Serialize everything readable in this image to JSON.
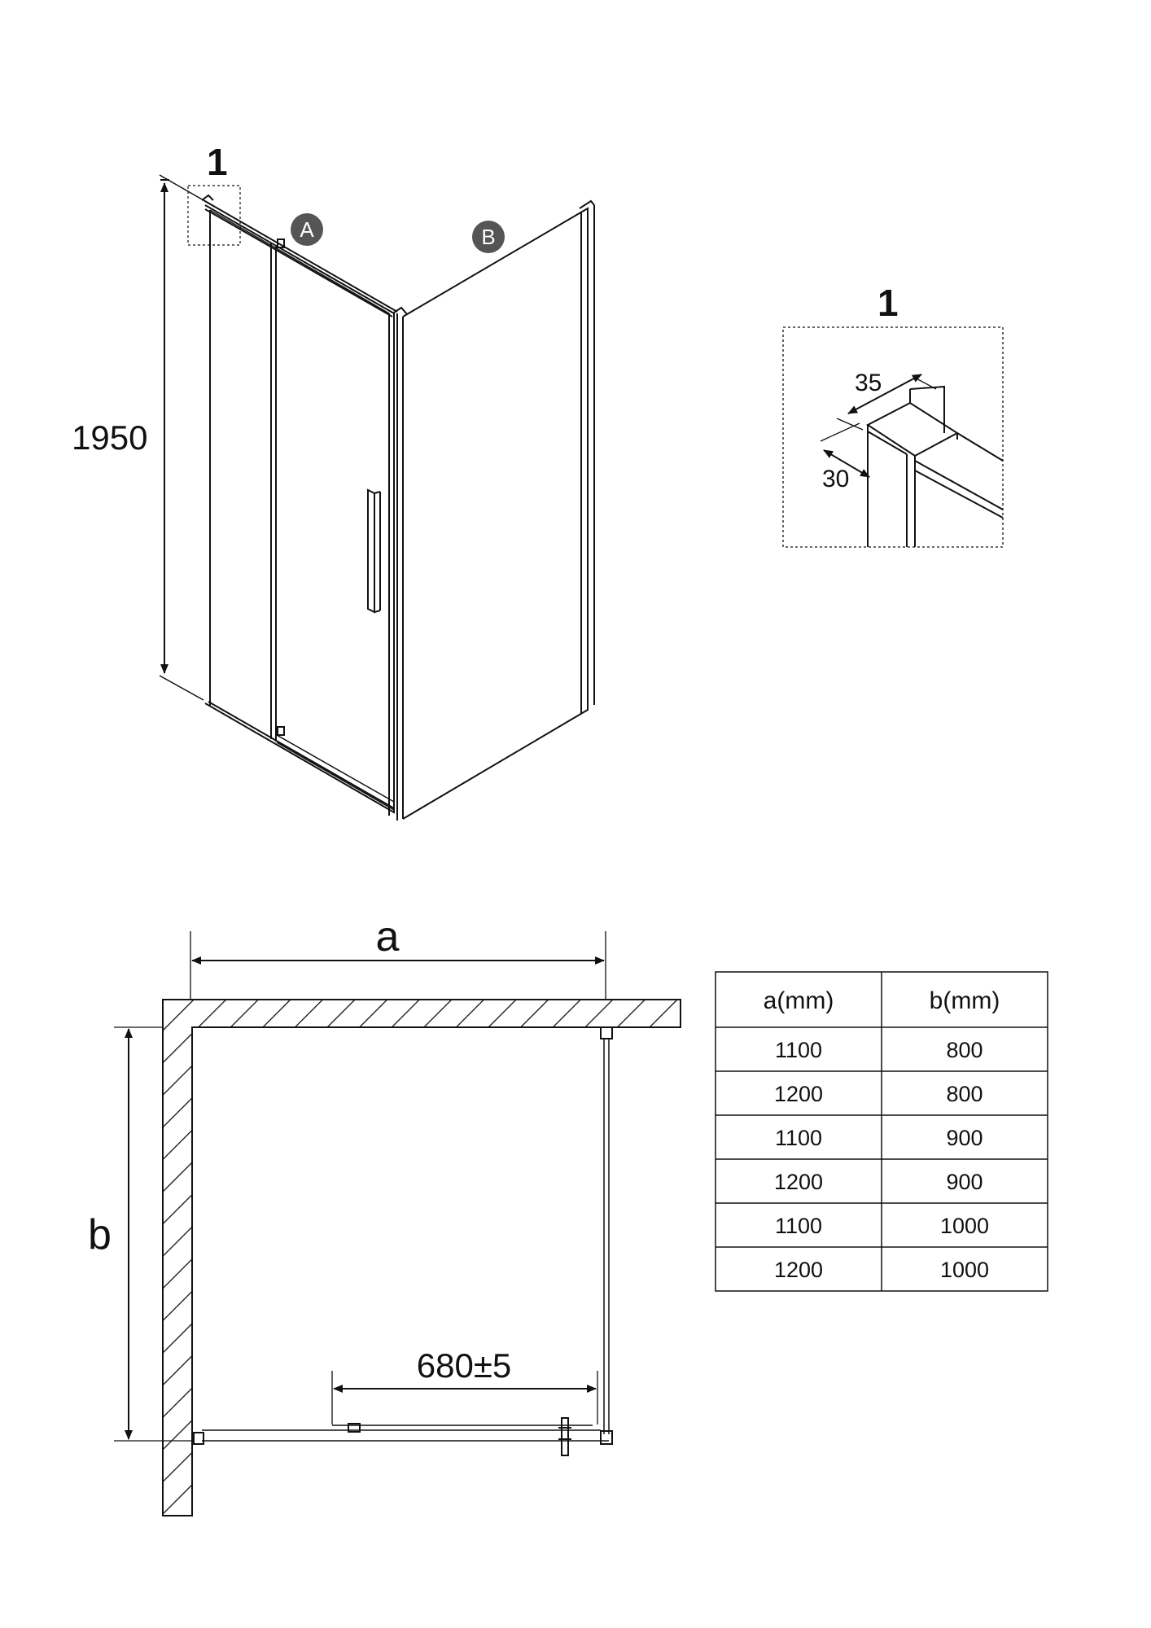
{
  "elevation": {
    "height_label": "1950",
    "detail_marker": "1",
    "panel_a": "A",
    "panel_b": "B"
  },
  "detail": {
    "title": "1",
    "width_label": "35",
    "depth_label": "30"
  },
  "plan": {
    "width_label": "a",
    "depth_label": "b",
    "opening_label": "680±5"
  },
  "table": {
    "headers": [
      "a(mm)",
      "b(mm)"
    ],
    "rows": [
      [
        "1100",
        "800"
      ],
      [
        "1200",
        "800"
      ],
      [
        "1100",
        "900"
      ],
      [
        "1200",
        "900"
      ],
      [
        "1100",
        "1000"
      ],
      [
        "1200",
        "1000"
      ]
    ]
  }
}
